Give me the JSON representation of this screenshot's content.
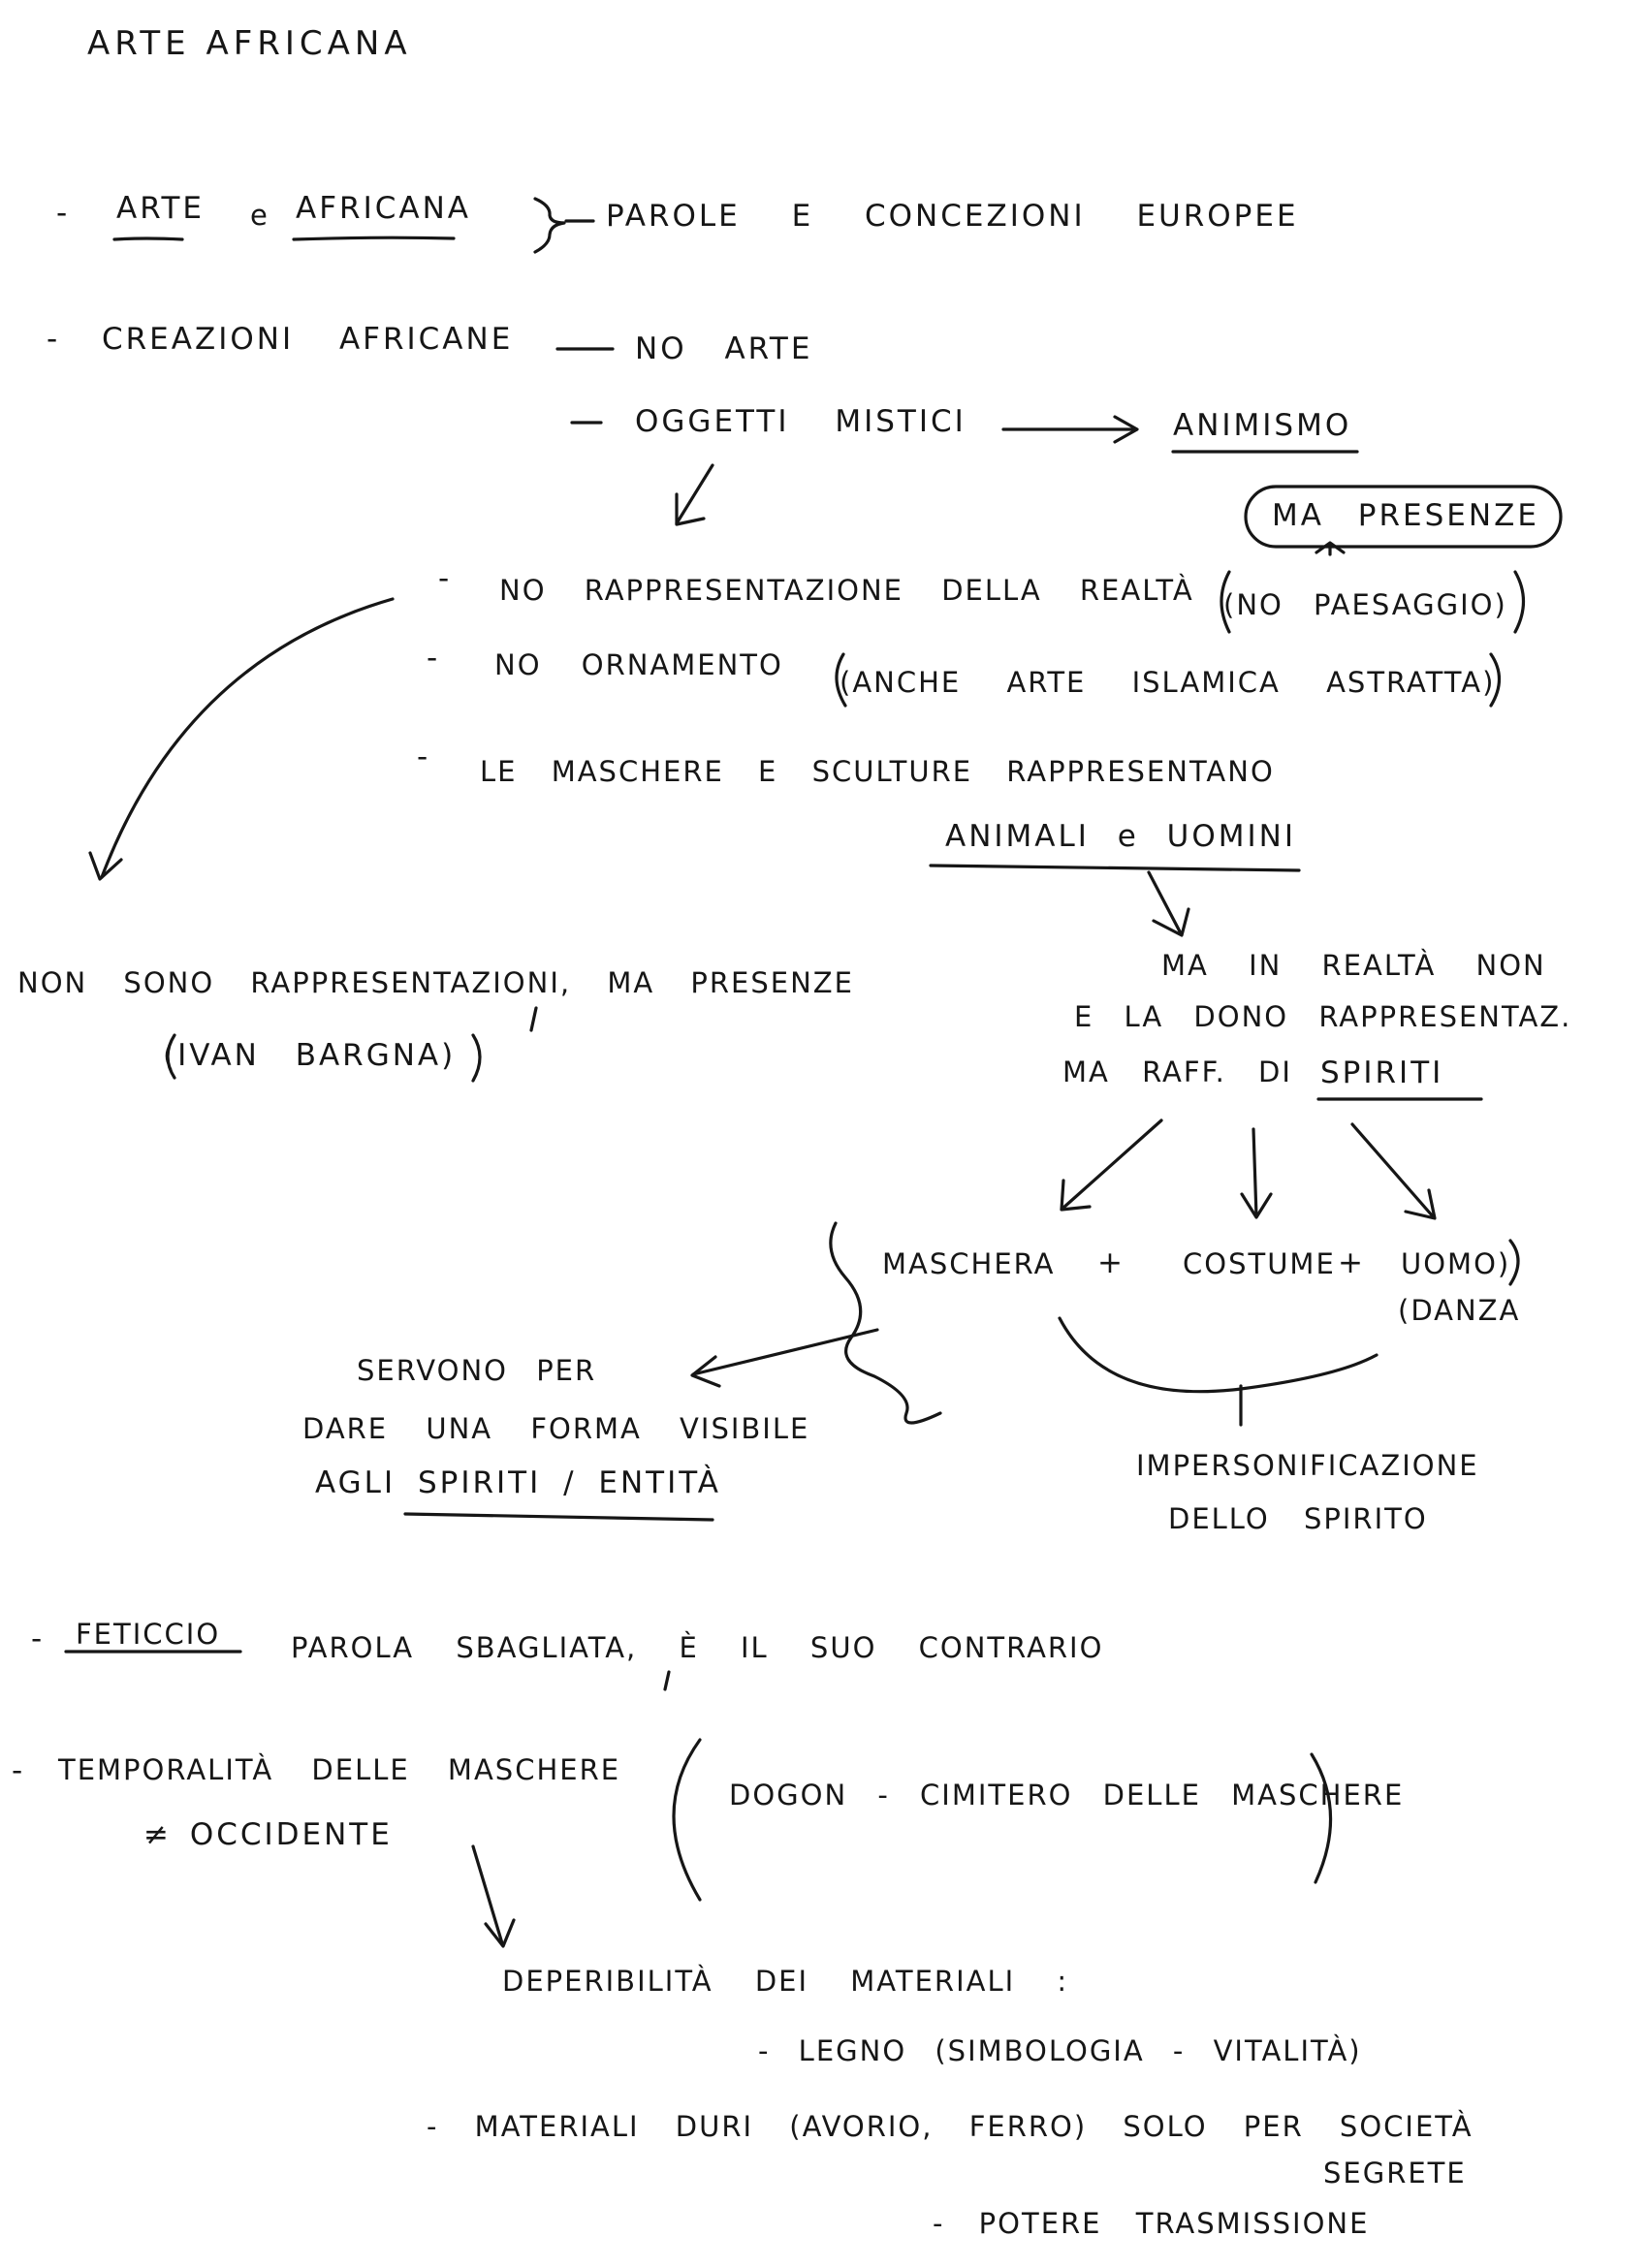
{
  "title": "ARTE AFRICANA",
  "lines": {
    "l1_dash": "-",
    "l1_arte": "ARTE",
    "l1_e": "e",
    "l1_africana": "AFRICANA",
    "l1_rest": "PAROLE E CONCEZIONI EUROPEE",
    "l2_dash": "-",
    "l2_a": "CREAZIONI AFRICANE",
    "l2_b": "NO ARTE",
    "l3_a": "OGGETTI MISTICI",
    "l3_b": "ANIMISMO",
    "ma_presenze": "MA PRESENZE",
    "l4_dash": "-",
    "l4_a": "NO RAPPRESENTAZIONE DELLA REALTÀ",
    "l4_b": "(NO PAESAGGIO)",
    "l5_dash": "-",
    "l5_a": "NO ORNAMENTO",
    "l5_b": "(ANCHE ARTE ISLAMICA ASTRATTA)",
    "l6_dash": "-",
    "l6_a": "LE MASCHERE E SCULTURE RAPPRESENTANO",
    "l7": "ANIMALI e UOMINI",
    "left1": "NON SONO RAPPRESENTAZIONI, MA PRESENZE",
    "left2": "(IVAN BARGNA)",
    "r1": "MA IN REALTÀ NON",
    "r2": "E LA DONO RAPPRESENTAZ.",
    "r3a": "MA RAFF. DI",
    "r3b": "SPIRITI",
    "mask_a": "MASCHERA",
    "mask_b": "+",
    "mask_c": "COSTUME",
    "mask_d": "+",
    "mask_e": "UOMO)",
    "danza": "(DANZA",
    "serv1": "SERVONO PER",
    "serv2": "DARE UNA FORMA VISIBILE",
    "serv3": "AGLI SPIRITI / ENTITÀ",
    "imp1": "IMPERSONIFICAZIONE",
    "imp2": "DELLO SPIRITO",
    "fet_dash": "-",
    "fet_a": "FETICCIO",
    "fet_b": "PAROLA SBAGLIATA, È IL SUO CONTRARIO",
    "temp_dash": "-",
    "temp_a": "TEMPORALITÀ DELLE MASCHERE",
    "temp_b": "≠ OCCIDENTE",
    "dogon": "DOGON - CIMITERO DELLE MASCHERE",
    "dep": "DEPERIBILITÀ DEI MATERIALI :",
    "legno": "- LEGNO (SIMBOLOGIA - VITALITÀ)",
    "mat_a": "- MATERIALI DURI (AVORIO, FERRO) SOLO PER SOCIETÀ",
    "mat_b": "SEGRETE",
    "potere": "- POTERE TRASMISSIONE"
  }
}
